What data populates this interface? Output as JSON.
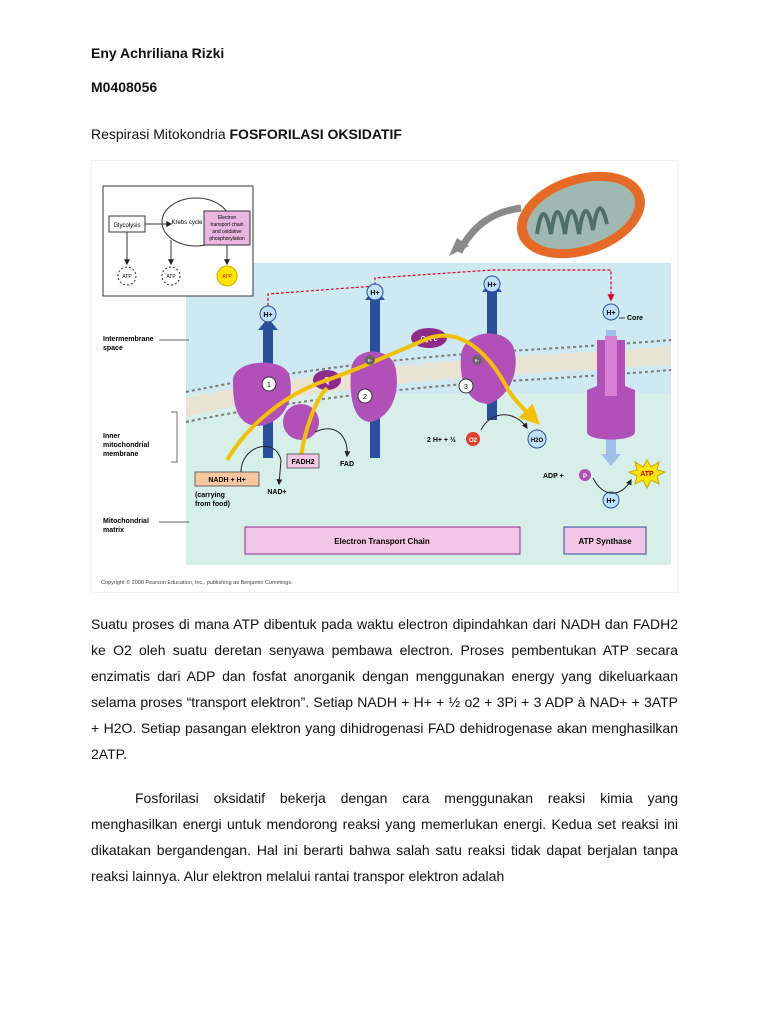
{
  "header": {
    "author": "Eny Achriliana Rizki",
    "student_id": "M0408056",
    "subject_prefix": "Respirasi Mitokondria",
    "subject_title": "FOSFORILASI OKSIDATIF"
  },
  "figure": {
    "inset": {
      "glycolysis": "Glycolysis",
      "krebs": "Krebs cycle",
      "etc_line1": "Electron",
      "etc_line2": "transport chain",
      "etc_line3": "and oxidative",
      "etc_line4": "phosphorylation",
      "atp": "ATP"
    },
    "labels": {
      "intermembrane": [
        "Intermembrane",
        "space"
      ],
      "inner_membrane": [
        "Inner",
        "mitochondrial",
        "membrane"
      ],
      "matrix": [
        "Mitochondrial",
        "matrix"
      ],
      "core": "Core",
      "h_plus": "H+",
      "cyt_c": "Cyt c",
      "q": "Q",
      "e_minus": "e-",
      "complex_1": "1",
      "complex_2": "2",
      "complex_3": "3",
      "nadh": "NADH + H+",
      "nad": "NAD+",
      "fadh2": "FADH2",
      "fad": "FAD",
      "carrying_line1": "(carrying",
      "carrying_line2": "from food)",
      "oxygen_eq_left": "2 H+ + ½",
      "o2": "O2",
      "h2o": "H2O",
      "adp": "ADP +",
      "p": "P",
      "atp": "ATP",
      "etc_box": "Electron Transport Chain",
      "atp_synthase_box": "ATP Synthase",
      "copyright": "Copyright © 2008 Pearson Education, Inc., publishing as Benjamin Cummings."
    }
  },
  "body": {
    "paragraph_1": "Suatu proses di mana ATP dibentuk pada waktu electron dipindahkan dari NADH dan FADH2 ke O2 oleh suatu deretan senyawa pembawa electron. Proses pembentukan ATP secara enzimatis dari ADP dan fosfat anorganik dengan menggunakan energy yang dikeluarkaan selama proses “transport elektron”. Setiap NADH + H+ + ½ o2 + 3Pi + 3 ADP à NAD+ +  3ATP + H2O. Setiap pasangan elektron yang dihidrogenasi FAD dehidrogenase akan menghasilkan 2ATP.",
    "paragraph_2": "Fosforilasi oksidatif bekerja dengan cara menggunakan reaksi kimia yang menghasilkan energi untuk mendorong reaksi yang memerlukan energi. Kedua set reaksi ini dikatakan bergandengan. Hal ini berarti bahwa salah satu reaksi tidak dapat berjalan tanpa reaksi lainnya. Alur elektron melalui rantai transpor elektron adalah"
  },
  "colors": {
    "intermembrane_bg": "#cfe9f2",
    "matrix_bg": "#d7efe9",
    "protein": "#b050b8",
    "proton_arrow": "#2a4f9c",
    "electron_path": "#f2c200",
    "label_box": "#f2c6e6",
    "atp_burst": "#ffe600"
  }
}
